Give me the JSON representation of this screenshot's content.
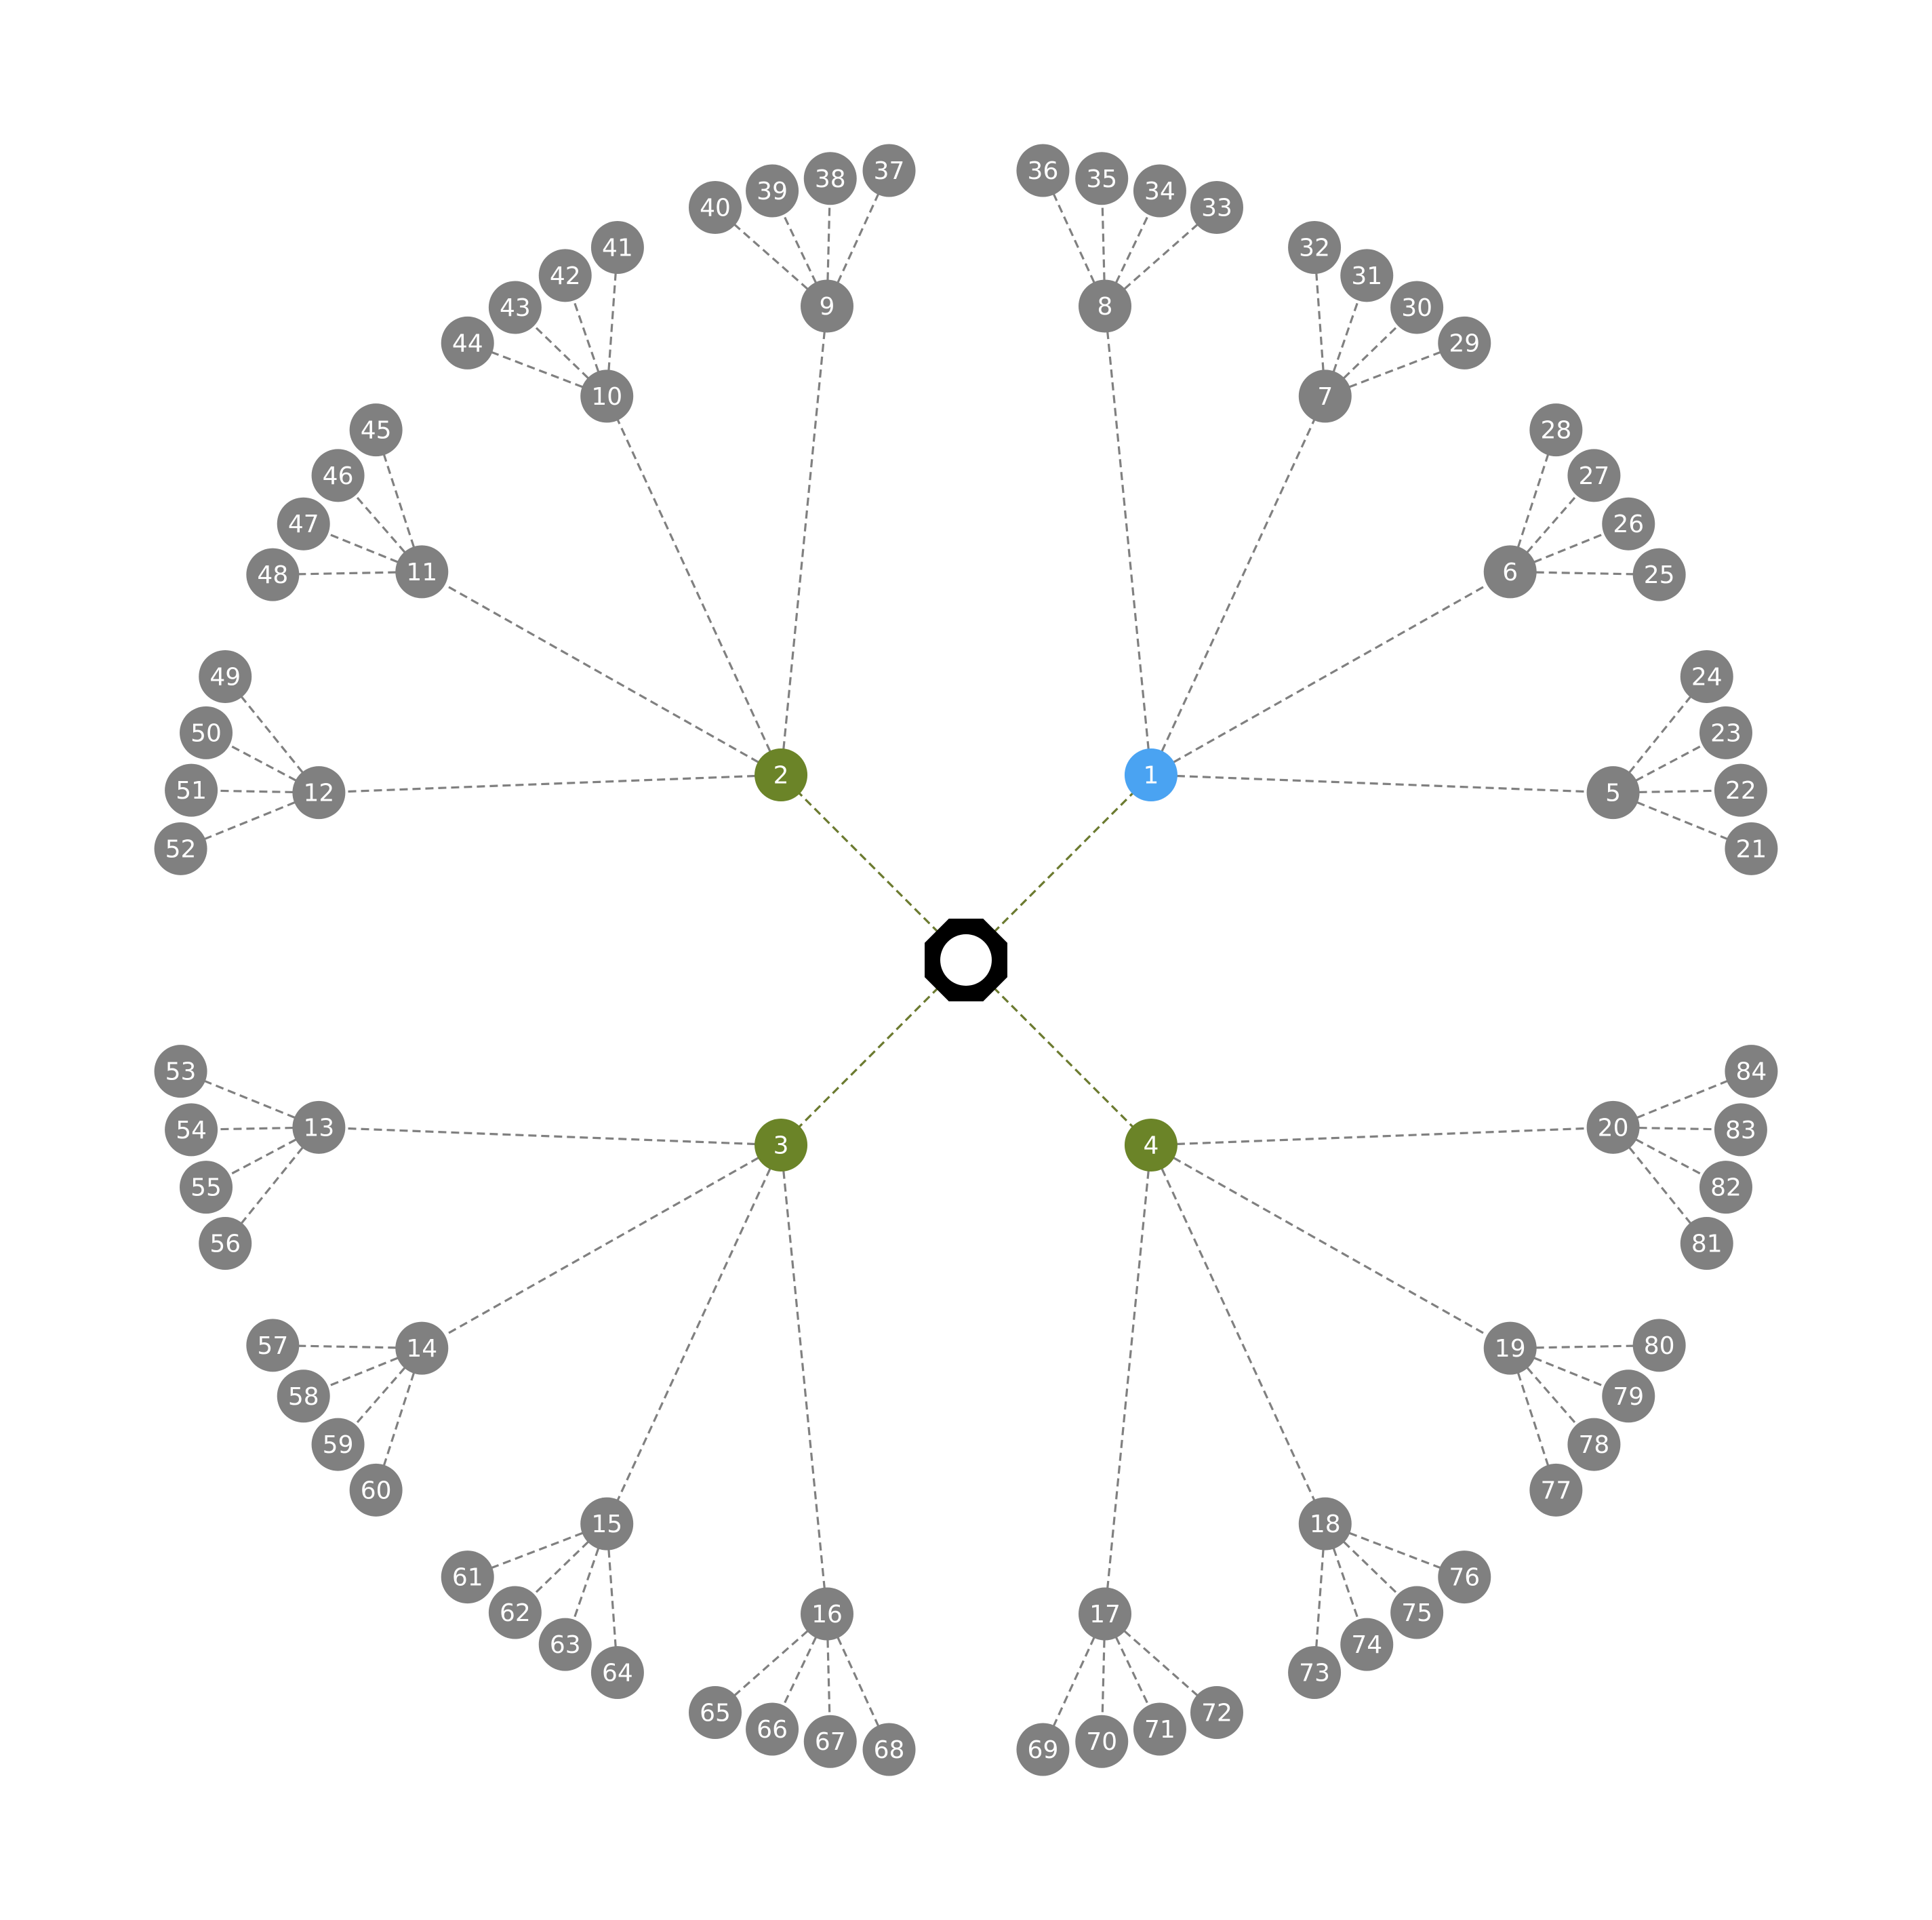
{
  "colors": {
    "leaf": "#808080",
    "tier1": "#6b8428",
    "highlight": "#4aa3f2",
    "center": "#000000",
    "edge_leaf": "#808080",
    "edge_tier1": "#6b7a2f"
  },
  "center": {
    "shape": "octagon-ring-icon"
  },
  "tier1": [
    {
      "id": "1",
      "angle": 45,
      "highlight": true
    },
    {
      "id": "2",
      "angle": 135
    },
    {
      "id": "3",
      "angle": 225
    },
    {
      "id": "4",
      "angle": 315
    }
  ],
  "tier2": [
    {
      "id": "5",
      "parent": "1",
      "angle": 14.5
    },
    {
      "id": "6",
      "parent": "1",
      "angle": 35.5
    },
    {
      "id": "7",
      "parent": "1",
      "angle": 57.5
    },
    {
      "id": "8",
      "parent": "1",
      "angle": 78.0
    },
    {
      "id": "9",
      "parent": "2",
      "angle": 102.0
    },
    {
      "id": "10",
      "parent": "2",
      "angle": 122.5
    },
    {
      "id": "11",
      "parent": "2",
      "angle": 144.5
    },
    {
      "id": "12",
      "parent": "2",
      "angle": 165.5
    },
    {
      "id": "13",
      "parent": "3",
      "angle": 194.5
    },
    {
      "id": "14",
      "parent": "3",
      "angle": 215.5
    },
    {
      "id": "15",
      "parent": "3",
      "angle": 237.5
    },
    {
      "id": "16",
      "parent": "3",
      "angle": 258.0
    },
    {
      "id": "17",
      "parent": "4",
      "angle": 282.0
    },
    {
      "id": "18",
      "parent": "4",
      "angle": 302.5
    },
    {
      "id": "19",
      "parent": "4",
      "angle": 324.5
    },
    {
      "id": "20",
      "parent": "4",
      "angle": 345.5
    }
  ],
  "leaf_groups": [
    {
      "parent": "5",
      "ids": [
        "21",
        "22",
        "23",
        "24"
      ]
    },
    {
      "parent": "6",
      "ids": [
        "25",
        "26",
        "27",
        "28"
      ]
    },
    {
      "parent": "7",
      "ids": [
        "29",
        "30",
        "31",
        "32"
      ]
    },
    {
      "parent": "8",
      "ids": [
        "33",
        "34",
        "35",
        "36"
      ]
    },
    {
      "parent": "9",
      "ids": [
        "37",
        "38",
        "39",
        "40"
      ]
    },
    {
      "parent": "10",
      "ids": [
        "41",
        "42",
        "43",
        "44"
      ]
    },
    {
      "parent": "11",
      "ids": [
        "45",
        "46",
        "47",
        "48"
      ]
    },
    {
      "parent": "12",
      "ids": [
        "49",
        "50",
        "51",
        "52"
      ]
    },
    {
      "parent": "13",
      "ids": [
        "53",
        "54",
        "55",
        "56"
      ]
    },
    {
      "parent": "14",
      "ids": [
        "57",
        "58",
        "59",
        "60"
      ]
    },
    {
      "parent": "15",
      "ids": [
        "61",
        "62",
        "63",
        "64"
      ]
    },
    {
      "parent": "16",
      "ids": [
        "65",
        "66",
        "67",
        "68"
      ]
    },
    {
      "parent": "17",
      "ids": [
        "69",
        "70",
        "71",
        "72"
      ]
    },
    {
      "parent": "18",
      "ids": [
        "73",
        "74",
        "75",
        "76"
      ]
    },
    {
      "parent": "19",
      "ids": [
        "77",
        "78",
        "79",
        "80"
      ]
    },
    {
      "parent": "20",
      "ids": [
        "81",
        "82",
        "83",
        "84"
      ]
    }
  ]
}
